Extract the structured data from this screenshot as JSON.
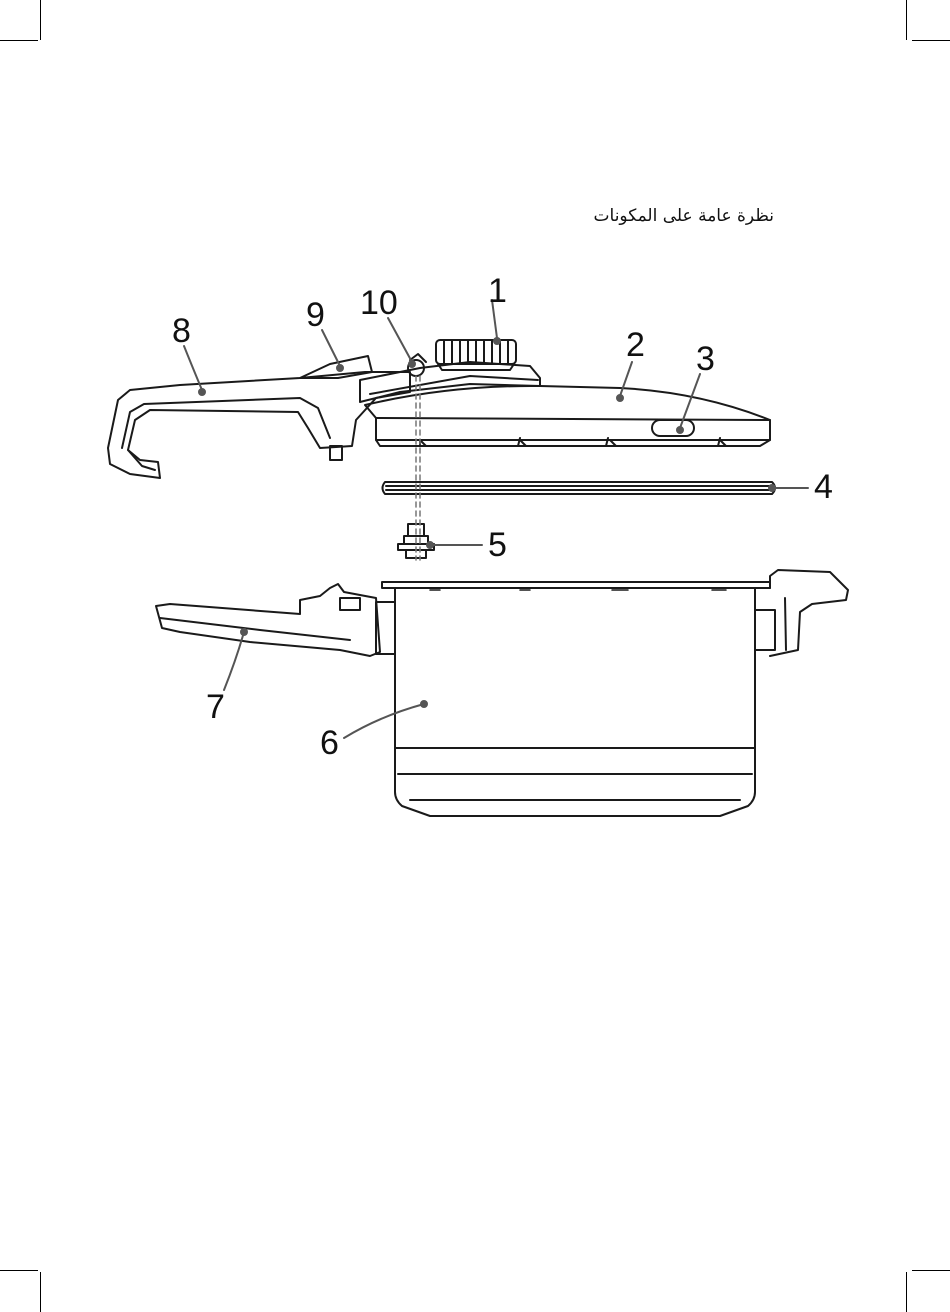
{
  "title": "نظرة عامة على المكونات",
  "callouts": [
    {
      "id": "1"
    },
    {
      "id": "2"
    },
    {
      "id": "3"
    },
    {
      "id": "4"
    },
    {
      "id": "5"
    },
    {
      "id": "6"
    },
    {
      "id": "7"
    },
    {
      "id": "8"
    },
    {
      "id": "9"
    },
    {
      "id": "10"
    }
  ],
  "colors": {
    "line": "#1a1a1a",
    "leader": "#555555",
    "ink": "#111111"
  }
}
